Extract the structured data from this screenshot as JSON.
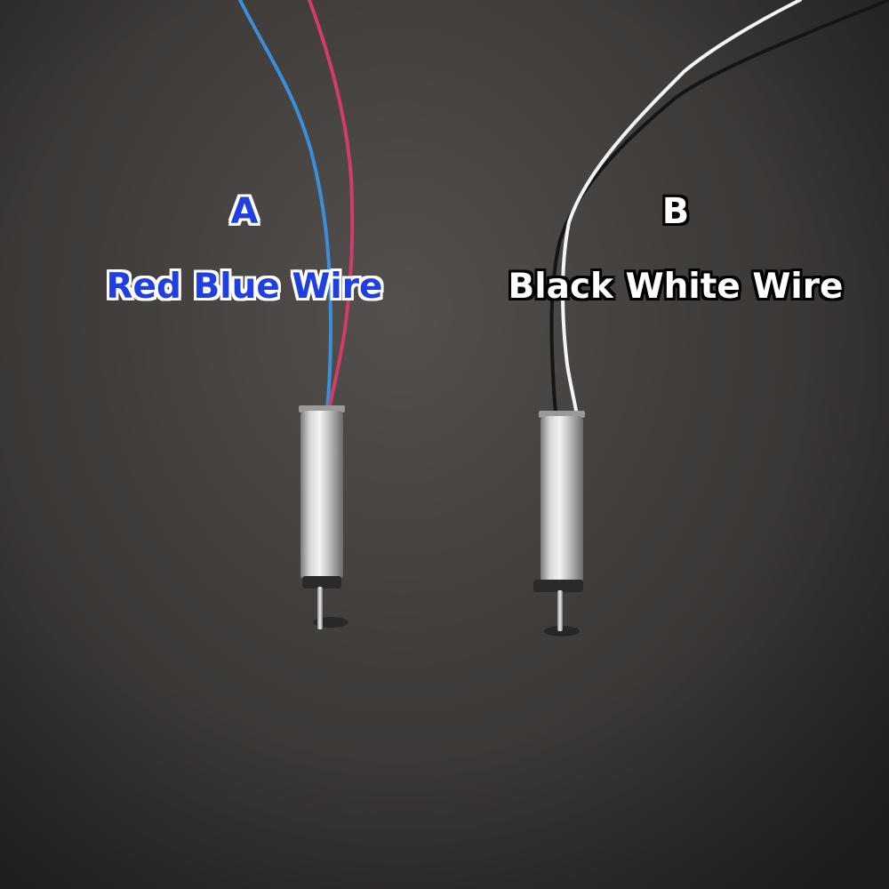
{
  "labels": {
    "a_letter": "A",
    "a_name": "Red Blue Wire",
    "b_letter": "B",
    "b_name": "Black White Wire"
  },
  "colors": {
    "background": "#3f3c3a",
    "wire_red": "#d23c68",
    "wire_blue": "#3a8fd8",
    "wire_black": "#151515",
    "wire_white": "#f4f4f4",
    "motor_body": "#bdbdbd",
    "label_a_text": "#1f3fe0",
    "label_b_text": "#ffffff"
  },
  "objects": {
    "motor_a": "coreless-motor",
    "motor_b": "coreless-motor"
  }
}
